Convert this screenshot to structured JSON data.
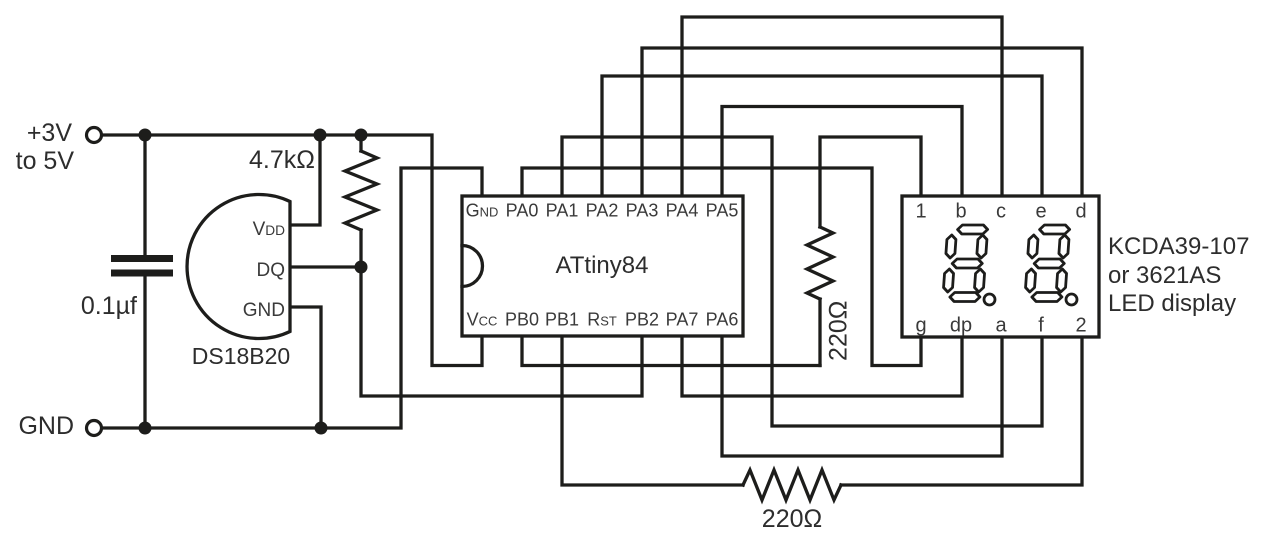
{
  "colors": {
    "line": "#1d1d1b",
    "text": "#2d2d2d"
  },
  "power": {
    "positive_line1": "+3V",
    "positive_line2": "to 5V",
    "ground": "GND"
  },
  "capacitor": {
    "value": "0.1µf"
  },
  "pullup_resistor": {
    "value": "4.7kΩ"
  },
  "sensor": {
    "name": "DS18B20",
    "pins": [
      {
        "main": "V",
        "small": "DD"
      },
      {
        "main": "DQ",
        "small": ""
      },
      {
        "main": "GND",
        "small": ""
      }
    ]
  },
  "mcu": {
    "name": "ATtiny84",
    "top_pins": [
      {
        "main": "G",
        "small": "ND"
      },
      {
        "main": "PA0",
        "small": ""
      },
      {
        "main": "PA1",
        "small": ""
      },
      {
        "main": "PA2",
        "small": ""
      },
      {
        "main": "PA3",
        "small": ""
      },
      {
        "main": "PA4",
        "small": ""
      },
      {
        "main": "PA5",
        "small": ""
      }
    ],
    "bottom_pins": [
      {
        "main": "V",
        "small": "CC"
      },
      {
        "main": "PB0",
        "small": ""
      },
      {
        "main": "PB1",
        "small": ""
      },
      {
        "main": "R",
        "small": "ST"
      },
      {
        "main": "PB2",
        "small": ""
      },
      {
        "main": "PA7",
        "small": ""
      },
      {
        "main": "PA6",
        "small": ""
      }
    ]
  },
  "segment_resistor_digit1": {
    "value": "220Ω"
  },
  "segment_resistor_digit2": {
    "value": "220Ω"
  },
  "display": {
    "top_pins": [
      "1",
      "b",
      "c",
      "e",
      "d"
    ],
    "bottom_pins": [
      "g",
      "dp",
      "a",
      "f",
      "2"
    ],
    "caption": [
      "KCDA39-107",
      "or 3621AS",
      "LED display"
    ]
  }
}
